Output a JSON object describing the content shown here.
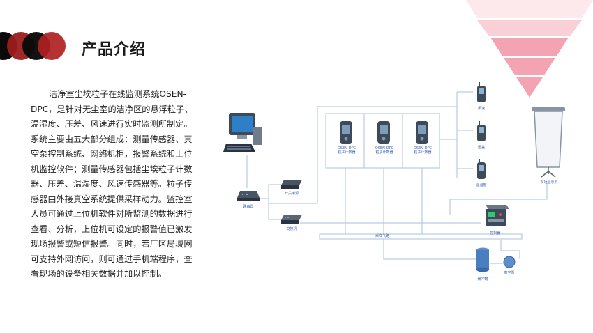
{
  "slide": {
    "title": "产品介绍",
    "paragraph_lines": [
      "洁净室尘埃粒子在线监测系统OSEN-",
      "DPC，是针对无尘室的洁净区的悬浮粒子、",
      "温湿度、压差、风速进行实时监测所制定。",
      "系统主要由五大部分组成：测量传感器、真",
      "空泵控制系统、网络机柜，报警系统和上位",
      "机监控软件；测量传感器包括尘埃粒子计数",
      "器、压差、温湿度、风速传感器等。粒子传",
      "感器由外接真空系统提供采样动力。监控室",
      "人员可通过上位机软件对所监测的数据进行",
      "查看、分析，上位机可设定的报警值已激发",
      "现场报警或短信报警。同时，若厂区局域网",
      "可支持外网访问，则可通过手机端程序，查",
      "看现场的设备相关数据并加以控制。"
    ]
  },
  "diagram": {
    "labels": {
      "router": "路由器",
      "switch_power": "开关电源",
      "network_switch": "交换机",
      "sensor_wind": "风速",
      "sensor_pressure": "压差",
      "sensor_temp_humidity": "温湿度",
      "projector": "现场显示屏",
      "controller": "控制器",
      "air_pipe": "采样气路",
      "buffer_tank": "缓冲罐",
      "vacuum_pump": "真空泵"
    },
    "counters": [
      {
        "model": "OSEN-DPC",
        "name": "粒子计数器"
      },
      {
        "model": "OSEN-DPC",
        "name": "粒子计数器"
      },
      {
        "model": "OSEN-DPC",
        "name": "粒子计数器"
      }
    ]
  },
  "colors": {
    "circle_dark": "#0a0a0a",
    "circle_red": "#9c1c1c",
    "triangle_pink": "#f3a3b2",
    "triangle_light": "#fbe2e7",
    "line_blue": "#b9cbe3",
    "label_blue": "#3a62b3"
  }
}
